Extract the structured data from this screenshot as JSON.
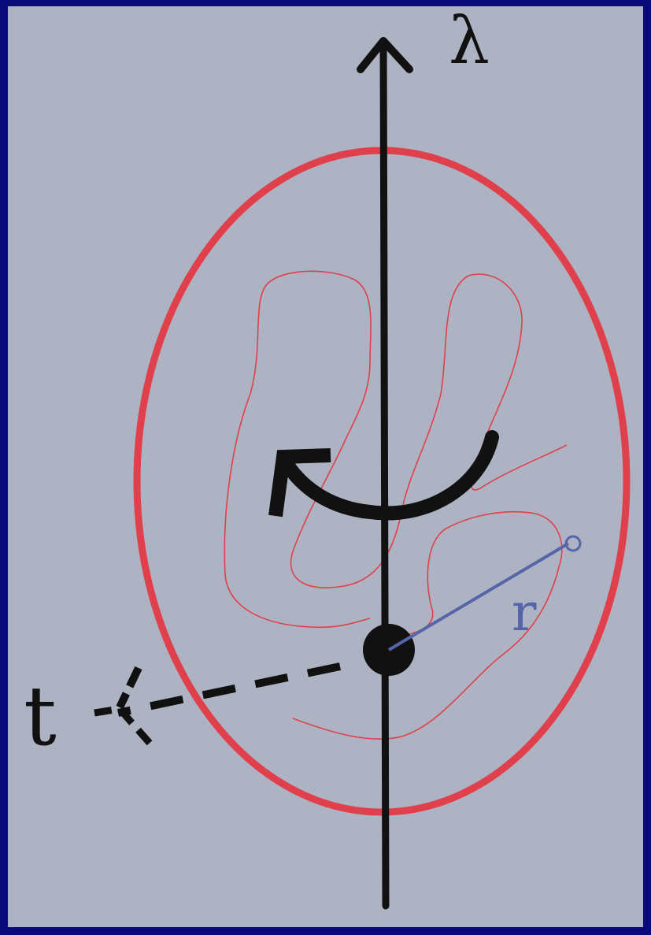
{
  "labels": {
    "vertical_axis": "λ",
    "horizontal_axis": "t",
    "radius": "r"
  },
  "colors": {
    "border": "#0a0a7a",
    "background": "#adb3c3",
    "axis": "#111111",
    "ellipse": "#e0404c",
    "contour": "#e0404c",
    "radius": "#5565a8"
  }
}
